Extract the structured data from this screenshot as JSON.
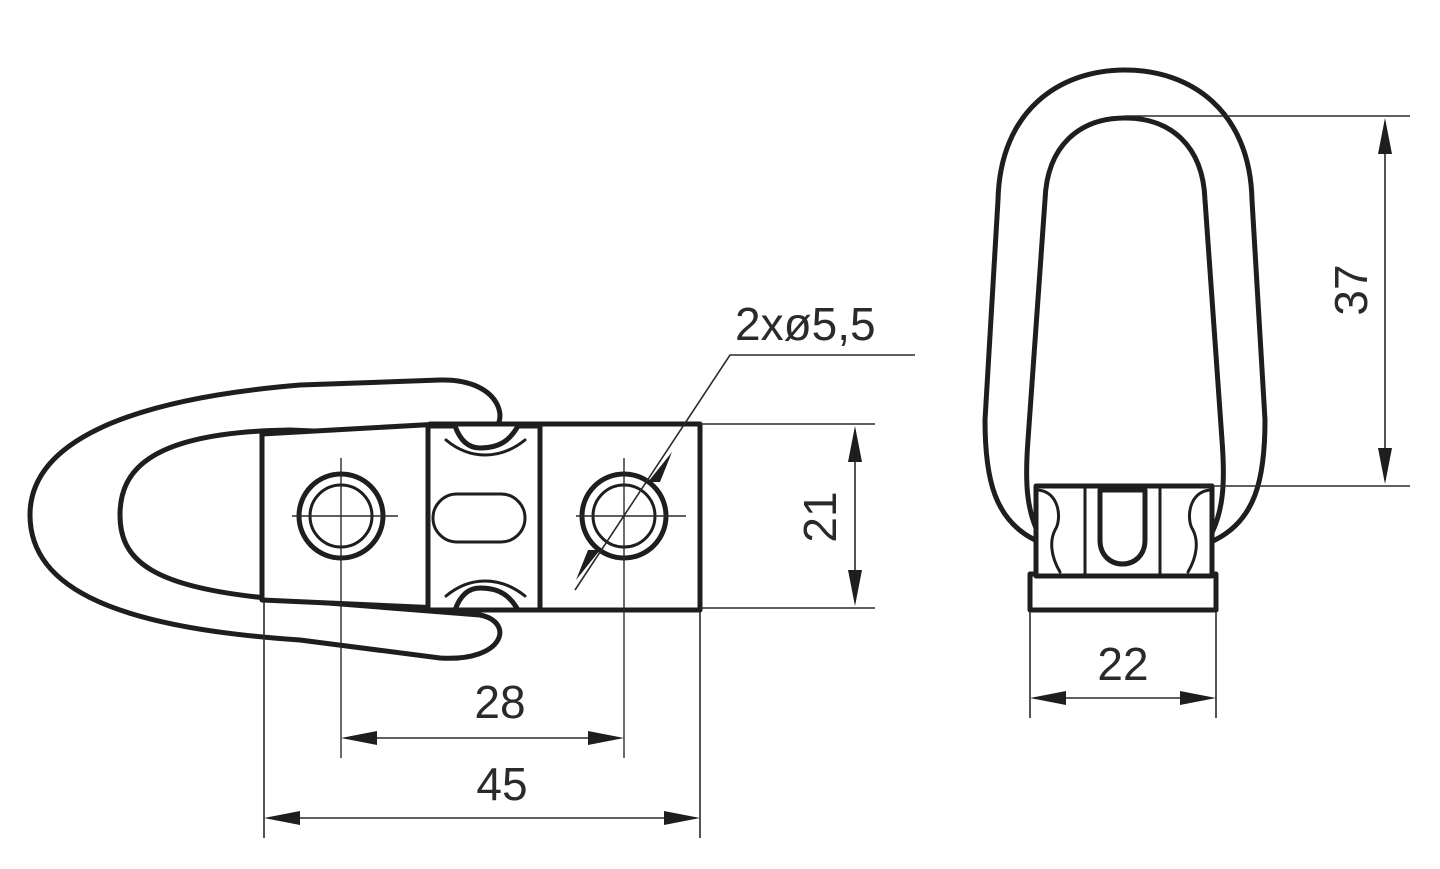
{
  "dimensions": {
    "hole_callout": "2xø5,5",
    "height_side_view": "21",
    "hole_spacing": "28",
    "overall_length": "45",
    "loop_height": "37",
    "base_width": "22"
  },
  "colors": {
    "line": "#1e1e1e",
    "background": "#ffffff"
  }
}
